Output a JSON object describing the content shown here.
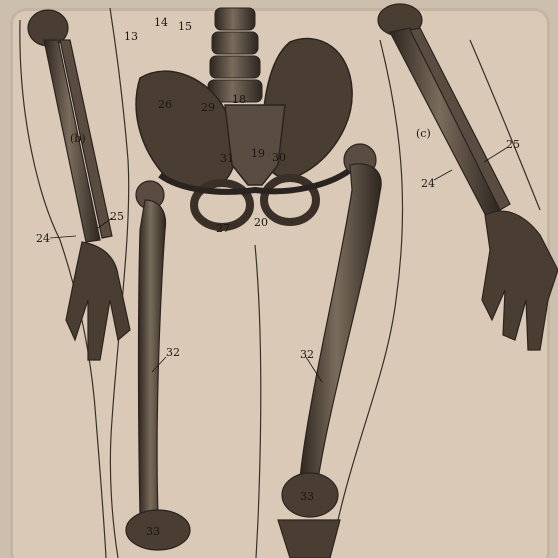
{
  "colors": {
    "paper": "#d9c9b6",
    "frame": "#cdbfae",
    "bone": "#3a3028",
    "bone_light": "#8a7c6c",
    "outline": "#2a2420"
  },
  "illustration": {
    "labels": {
      "l13": "13",
      "l14": "14",
      "l15": "15",
      "l18": "18",
      "l26": "26",
      "l29": "29",
      "l31": "31",
      "l19": "19",
      "l30": "30",
      "l20": "20",
      "l27": "27",
      "l32a": "32",
      "l32b": "32",
      "l33a": "33",
      "l33b": "33",
      "l24a": "24",
      "l25a": "25",
      "l24b": "24",
      "l25b": "25",
      "lb": "(b)",
      "lc": "(c)"
    }
  }
}
